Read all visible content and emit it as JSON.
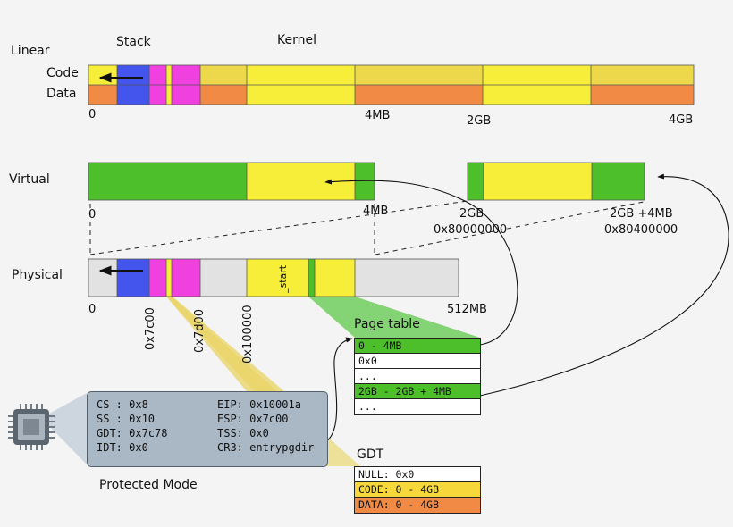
{
  "rows": {
    "linear": {
      "title": "Linear",
      "code": "Code",
      "data": "Data",
      "stack": "Stack",
      "kernel": "Kernel"
    },
    "virtual": {
      "title": "Virtual"
    },
    "physical": {
      "title": "Physical",
      "start_label": "_start"
    }
  },
  "ticks": {
    "linear": [
      "0",
      "4MB",
      "2GB",
      "4GB"
    ],
    "virtual": [
      "0",
      "4MB",
      "2GB",
      "0x80000000",
      "2GB +4MB",
      "0x80400000"
    ],
    "physical": [
      "0",
      "512MB"
    ],
    "physical_vertical": [
      "0x7c00",
      "0x7d00",
      "0x100000"
    ]
  },
  "cpu": {
    "mode": "Protected Mode",
    "registers": {
      "cs": "CS : 0x8",
      "ss": "SS : 0x10",
      "gdt": "GDT: 0x7c78",
      "idt": "IDT: 0x0",
      "eip": "EIP: 0x10001a",
      "esp": "ESP: 0x7c00",
      "tss": "TSS: 0x0",
      "cr3": "CR3: entrypgdir"
    }
  },
  "page_table": {
    "title": "Page table",
    "rows": [
      "0 - 4MB",
      "0x0",
      "...",
      "2GB - 2GB + 4MB",
      "..."
    ]
  },
  "gdt": {
    "title": "GDT",
    "rows": [
      "NULL: 0x0",
      "CODE: 0 - 4GB",
      "DATA: 0 - 4GB"
    ]
  },
  "colors": {
    "green": "#4dbf2a",
    "yellow": "#f7ee3a",
    "yellow_dark": "#ecd84a",
    "orange": "#f08a45",
    "blue": "#4455ee",
    "magenta": "#f040e0",
    "gray": "#e2e2e2",
    "cpu": "#aab8c6",
    "page_table_header": "#7ed664"
  }
}
